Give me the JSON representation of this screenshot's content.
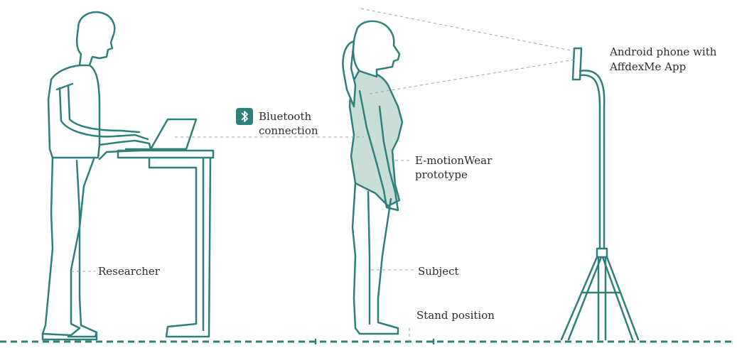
{
  "labels": {
    "bluetooth_line1": "Bluetooth",
    "bluetooth_line2": "connection",
    "emotionwear_line1": "E-motionWear",
    "emotionwear_line2": "prototype",
    "android_line1": "Android phone with",
    "android_line2": "AffdexMe App",
    "researcher": "Researcher",
    "subject": "Subject",
    "stand_position": "Stand position"
  },
  "colors": {
    "outline": "#2f7f7a",
    "shirt_fill": "#c9ddd7",
    "leader": "#9aa3a1",
    "text": "#2a2f2e",
    "badge": "#2f7f7a"
  },
  "icons": {
    "bluetooth": "bluetooth-icon"
  }
}
